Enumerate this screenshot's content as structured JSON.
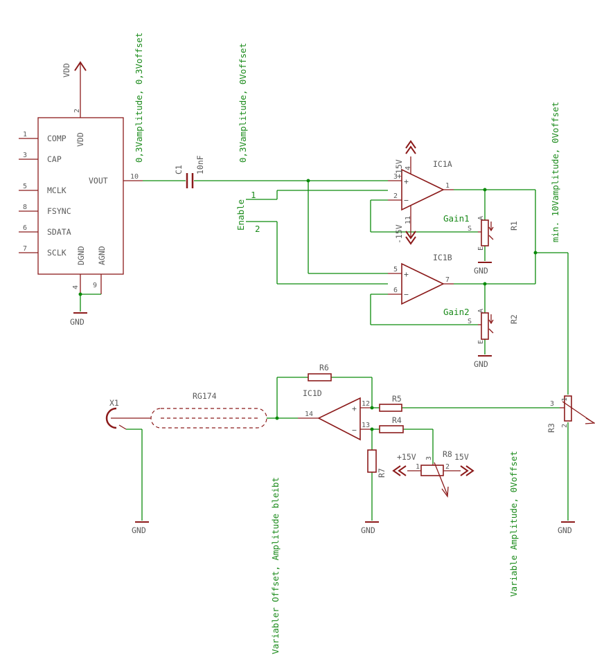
{
  "parts": {
    "dds": {
      "pins_left": [
        "COMP",
        "CAP",
        "MCLK",
        "FSYNC",
        "SDATA",
        "SCLK"
      ],
      "pin_nums_left": [
        "1",
        "3",
        "5",
        "8",
        "6",
        "7"
      ],
      "vdd": "VDD",
      "vout": "VOUT",
      "dgnd": "DGND",
      "agnd": "AGND",
      "pin_vdd": "2",
      "pin_vout": "10",
      "pin_dgnd": "4",
      "pin_agnd": "9"
    },
    "vdd_label": "VDD",
    "c1": {
      "name": "C1",
      "value": "10nF"
    },
    "ic1a": "IC1A",
    "ic1b": "IC1B",
    "ic1d": "IC1D",
    "ic1a_pins": {
      "in_p": "3",
      "in_n": "2",
      "out": "1",
      "vplus": "4",
      "vminus": "11"
    },
    "ic1b_pins": {
      "in_p": "5",
      "in_n": "6",
      "out": "7"
    },
    "ic1d_pins": {
      "in_p": "12",
      "in_n": "13",
      "out": "14"
    },
    "supply_pos": "+15V",
    "supply_neg": "-15V",
    "gain1": "Gain1",
    "gain2": "Gain2",
    "r1": "R1",
    "r2": "R2",
    "r3": "R3",
    "r4": "R4",
    "r5": "R5",
    "r6": "R6",
    "r7": "R7",
    "r8": "R8",
    "pot_pins": {
      "a": "A",
      "e": "E",
      "s": "S"
    },
    "r3_pins": {
      "p1": "1",
      "p2": "2",
      "p3": "3"
    },
    "r8_pins": {
      "p1": "1",
      "p2": "2",
      "p3": "3"
    },
    "r8_left": "+15V",
    "r8_right": "15V",
    "enable": {
      "label": "Enable",
      "opt1": "1",
      "opt2": "2"
    },
    "x1": "X1",
    "cable": "RG174",
    "gnd": "GND",
    "annotations": {
      "a1": "0,3Vamplitude, 0,3Voffset",
      "a2": "0,3Vamplitude, 0Voffset",
      "a3": "min. 10Vamplitude, 0Voffset",
      "a4": "Variabler Offset, Amplitude bleibt",
      "a5": "Variable Amplitude, 0Voffset"
    }
  }
}
